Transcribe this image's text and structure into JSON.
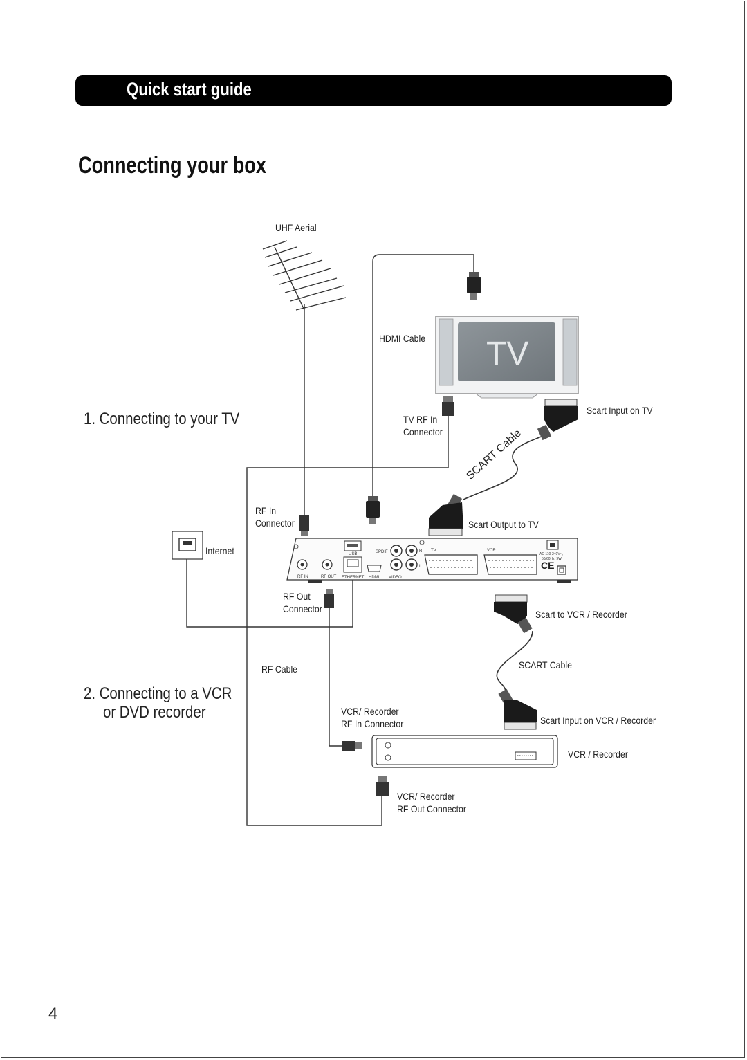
{
  "header": {
    "title": "Quick start guide"
  },
  "section": {
    "title": "Connecting your box"
  },
  "steps": {
    "tv": "1. Connecting to your TV",
    "vcr_line1": "2. Connecting to a VCR",
    "vcr_line2": "or DVD recorder"
  },
  "labels": {
    "uhf_aerial": "UHF Aerial",
    "hdmi_cable": "HDMI Cable",
    "tv_screen": "TV",
    "tv_rf_in_1": "TV RF In",
    "tv_rf_in_2": "Connector",
    "scart_input_tv": "Scart Input on TV",
    "scart_cable_diag": "SCART Cable",
    "rf_in_1": "RF In",
    "rf_in_2": "Connector",
    "scart_output_tv": "Scart Output to TV",
    "internet": "Internet",
    "rf_out_1": "RF Out",
    "rf_out_2": "Connector",
    "scart_to_vcr": "Scart to VCR / Recorder",
    "rf_cable": "RF Cable",
    "scart_cable": "SCART Cable",
    "vcr_rf_in_1": "VCR/ Recorder",
    "vcr_rf_in_2": "RF In Connector",
    "scart_input_vcr": "Scart Input on VCR / Recorder",
    "vcr_recorder": "VCR / Recorder",
    "vcr_rf_out_1": "VCR/ Recorder",
    "vcr_rf_out_2": "RF Out Connector"
  },
  "panel": {
    "usb": "USB",
    "spdif": "SPDIF",
    "r": "R",
    "l": "L",
    "tv": "TV",
    "vcr": "VCR",
    "ac1": "AC 110-240V~,",
    "ac2": "50/60Hz, 9W",
    "rf_in": "RF IN",
    "rf_out": "RF OUT",
    "ethernet": "ETHERNET",
    "hdmi": "HDMI",
    "video": "VIDEO"
  },
  "footer": {
    "page_number": "4"
  }
}
